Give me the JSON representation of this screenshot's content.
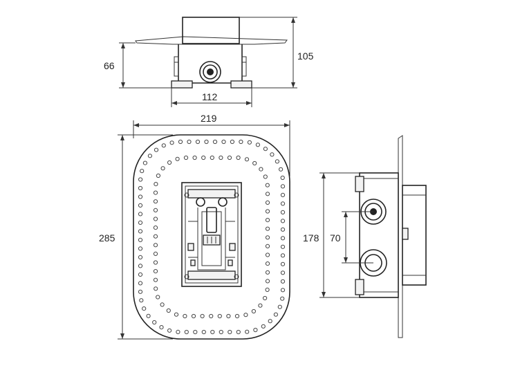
{
  "dimensions": {
    "top_view_height_66": "66",
    "top_view_height_105": "105",
    "top_view_width_112": "112",
    "front_width_219": "219",
    "front_height_285": "285",
    "side_height_178": "178",
    "side_spacing_70": "70"
  },
  "colors": {
    "line": "#222222",
    "fill": "#f2f2f2",
    "background": "#ffffff"
  }
}
